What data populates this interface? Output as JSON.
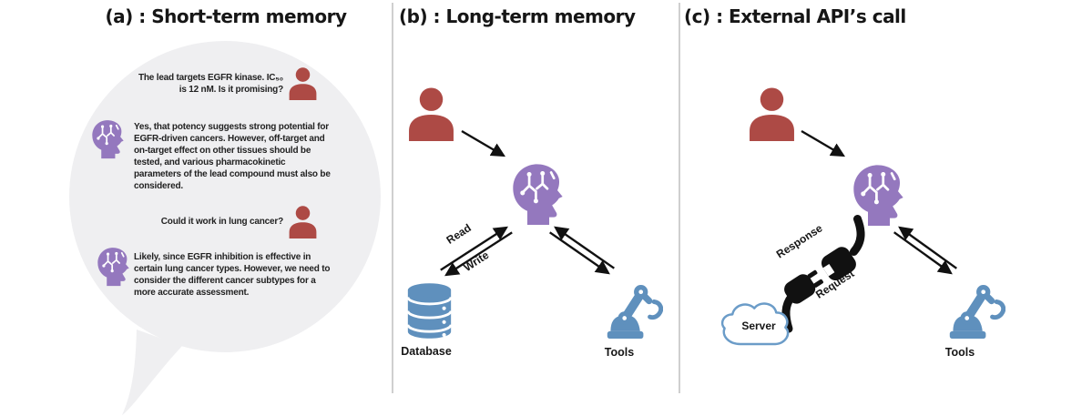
{
  "figure": {
    "type": "three-panel agent-memory diagram"
  },
  "colors": {
    "user_red": "#ad4a45",
    "agent_purple": "#9478be",
    "tool_blue": "#5f90bd",
    "bubble_gray": "#efeff1",
    "connector_black": "#111111",
    "divider_gray": "#cfcfcf"
  },
  "panel_a": {
    "title": "(a) : Short-term memory",
    "messages": [
      {
        "role": "user",
        "text": "The lead targets EGFR kinase. IC₅₀\nis 12 nM. Is it promising?"
      },
      {
        "role": "agent",
        "text": "Yes, that potency suggests strong potential for EGFR-driven cancers. However, off-target and on-target effect on other tissues should be tested, and various pharmacokinetic parameters of the lead compound must also be considered."
      },
      {
        "role": "user",
        "text": "Could it work in lung cancer?"
      },
      {
        "role": "agent",
        "text": "Likely, since EGFR inhibition is effective in certain lung cancer types. However, we need to consider the different cancer subtypes for a more accurate assessment."
      }
    ]
  },
  "panel_b": {
    "title": "(b) : Long-term memory",
    "read_label": "Read",
    "write_label": "Write",
    "database_label": "Database",
    "tools_label": "Tools"
  },
  "panel_c": {
    "title": "(c) : External API’s call",
    "response_label": "Response",
    "request_label": "Request",
    "server_label": "Server",
    "tools_label": "Tools"
  },
  "icons": {
    "user": "person-silhouette",
    "agent": "ai-brain-head",
    "database": "stacked-cylinder-database",
    "tools": "robot-arm",
    "server": "cloud",
    "connector": "power-plug-socket",
    "arrows": "black-line-arrowheads"
  }
}
